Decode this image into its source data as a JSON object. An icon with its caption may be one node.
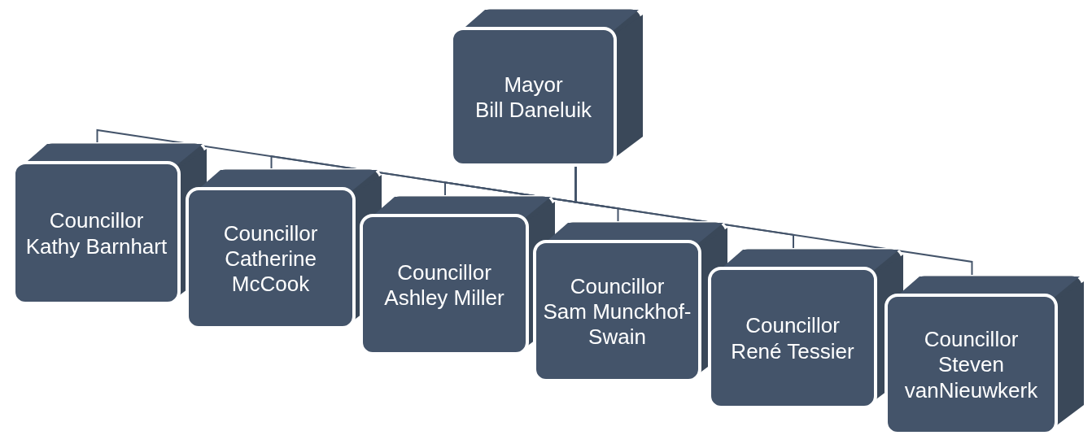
{
  "diagram": {
    "nodes": [
      {
        "text": [
          "Mayor",
          "Bill Daneluik"
        ]
      },
      {
        "text": [
          "Councillor",
          "Kathy Barnhart"
        ]
      },
      {
        "text": [
          "Councillor",
          "Catherine McCook"
        ]
      },
      {
        "text": [
          "Councillor",
          "Ashley Miller"
        ]
      },
      {
        "text": [
          "Councillor",
          "Sam Munckhof-Swain"
        ]
      },
      {
        "text": [
          "Councillor",
          "René Tessier"
        ]
      },
      {
        "text": [
          "Councillor",
          "Steven vanNieuwkerk"
        ]
      }
    ],
    "edges": [
      {
        "from": 0,
        "to": 1,
        "arrow": "none"
      },
      {
        "from": 0,
        "to": 2,
        "arrow": "none"
      },
      {
        "from": 0,
        "to": 3,
        "arrow": "none"
      },
      {
        "from": 0,
        "to": 4,
        "arrow": "none"
      },
      {
        "from": 0,
        "to": 5,
        "arrow": "none"
      },
      {
        "from": 0,
        "to": 6,
        "arrow": "none"
      }
    ]
  }
}
